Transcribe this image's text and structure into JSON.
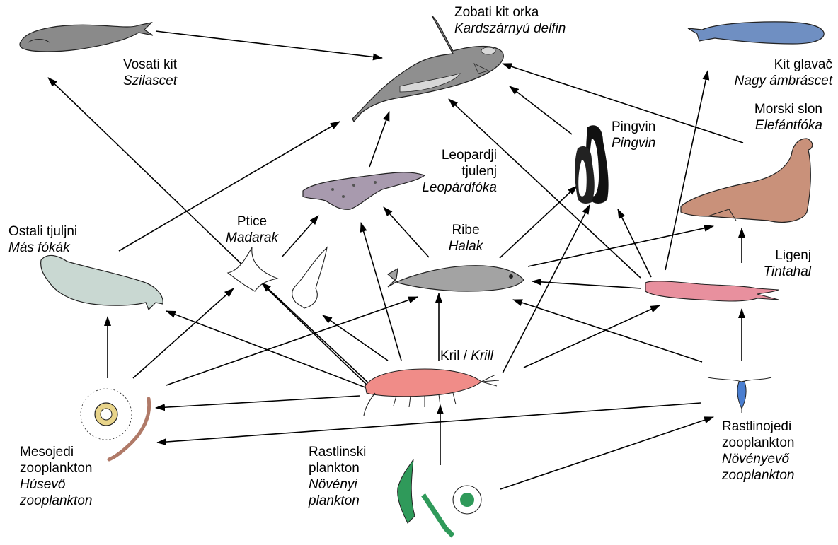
{
  "nodes": {
    "orca": {
      "local": "Zobati kit orka",
      "hu": "Kardszárnyú delfin"
    },
    "right_whale": {
      "local": "Vosati kit",
      "hu": "Szilascet"
    },
    "sperm_whale": {
      "local": "Kit glavač",
      "hu": "Nagy ámbráscet"
    },
    "elephant_seal": {
      "local": "Morski slon",
      "hu": "Elefántfóka"
    },
    "leopard_seal": {
      "local_1": "Leopardji",
      "local_2": "tjulenj",
      "hu": "Leopárdfóka"
    },
    "penguin": {
      "local": "Pingvin",
      "hu": "Pingvin"
    },
    "other_seals": {
      "local": "Ostali tjuljni",
      "hu": "Más fókák"
    },
    "birds": {
      "local": "Ptice",
      "hu": "Madarak"
    },
    "fish": {
      "local": "Ribe",
      "hu": "Halak"
    },
    "squid": {
      "local": "Ligenj",
      "hu": "Tintahal"
    },
    "krill": {
      "local": "Kril / ",
      "hu": "Krill"
    },
    "carn_zoo": {
      "local_1": "Mesojedi",
      "local_2": "zooplankton",
      "hu_1": "Húsevő",
      "hu_2": "zooplankton"
    },
    "herb_zoo": {
      "local_1": "Rastlinojedi",
      "local_2": "zooplankton",
      "hu_1": "Növényevő",
      "hu_2": "zooplankton"
    },
    "phyto": {
      "local_1": "Rastlinski",
      "local_2": "plankton",
      "hu_1": "Növényi",
      "hu_2": "plankton"
    }
  },
  "colors": {
    "orca": "#8f8f8f",
    "orca_light": "#d8d8d8",
    "right_whale": "#8a8a8a",
    "sperm_whale": "#6f8fc2",
    "elephant_seal": "#c9917a",
    "leopard_seal": "#a89aae",
    "penguin": "#111111",
    "seal": "#c9d8d2",
    "bird": "#ffffff",
    "fish": "#a3a3a3",
    "squid": "#e8909e",
    "krill": "#f08c88",
    "carn_zoo": "#e8d48a",
    "worm": "#b07a68",
    "herb_zoo": "#4a7ed0",
    "phyto": "#2f9a5a",
    "arrow": "#000000"
  },
  "icons": [
    "orca-icon",
    "right-whale-icon",
    "sperm-whale-icon",
    "elephant-seal-icon",
    "leopard-seal-icon",
    "penguin-icon",
    "seal-icon",
    "bird-icon",
    "fish-icon",
    "squid-icon",
    "krill-icon",
    "carnivorous-zooplankton-icon",
    "herbivorous-zooplankton-icon",
    "phytoplankton-icon"
  ]
}
